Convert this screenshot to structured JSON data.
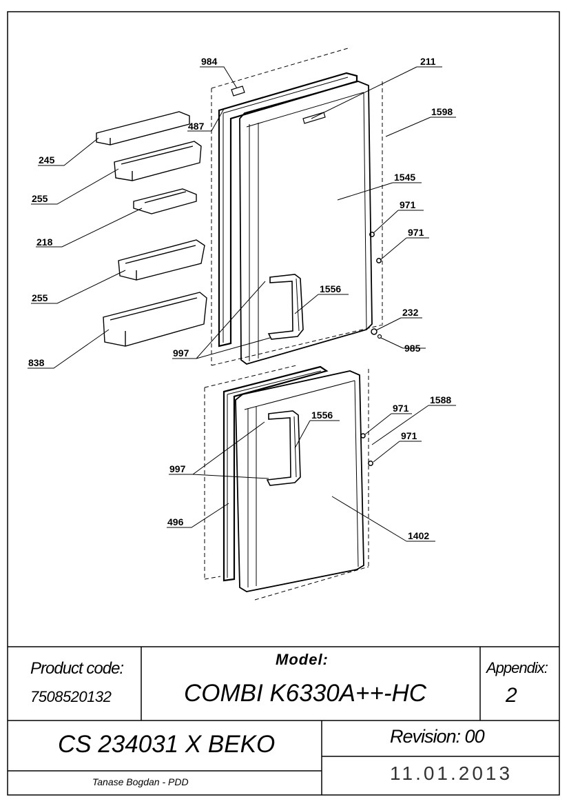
{
  "callouts": {
    "c984": "984",
    "c211": "211",
    "c487": "487",
    "c1598": "1598",
    "c245": "245",
    "c255a": "255",
    "c1545": "1545",
    "c218": "218",
    "c971a": "971",
    "c971b": "971",
    "c255b": "255",
    "c1556a": "1556",
    "c232": "232",
    "c838": "838",
    "c997a": "997",
    "c985": "985",
    "c971c": "971",
    "c1588": "1588",
    "c1556b": "1556",
    "c971d": "971",
    "c997b": "997",
    "c496": "496",
    "c1402": "1402"
  },
  "title_block": {
    "product_code_label": "Product code:",
    "product_code": "7508520132",
    "model_label": "Model:",
    "model": "COMBI K6330A++-HC",
    "appendix_label": "Appendix:",
    "appendix": "2",
    "document": "CS 234031 X BEKO",
    "revision": "Revision: 00",
    "author": "Tanase Bogdan - PDD",
    "date": "11.01.2013"
  }
}
